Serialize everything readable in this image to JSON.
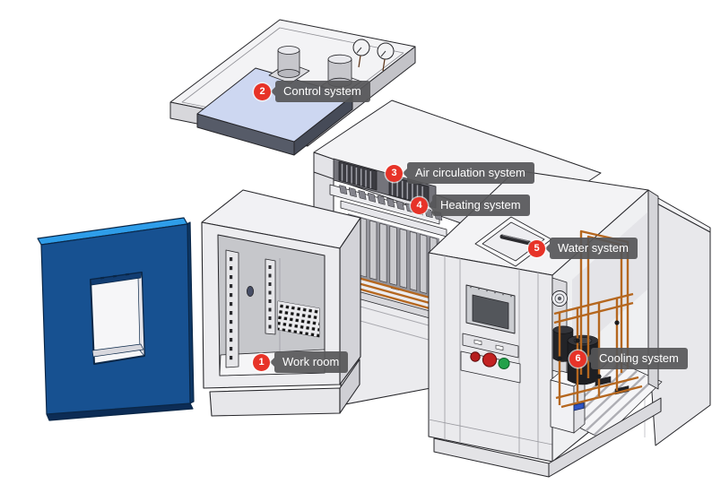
{
  "callouts": [
    {
      "number": "1",
      "label": "Work room"
    },
    {
      "number": "2",
      "label": "Control system"
    },
    {
      "number": "3",
      "label": "Air circulation system"
    },
    {
      "number": "4",
      "label": "Heating system"
    },
    {
      "number": "5",
      "label": "Water system"
    },
    {
      "number": "6",
      "label": "Cooling system"
    }
  ],
  "colors": {
    "background": "#ffffff",
    "callout_bg": "#59595b",
    "callout_text": "#ffffff",
    "badge_red": "#e73328",
    "door_blue": "#175191",
    "door_blue_top_edge": "#2e9de9",
    "control_plate_blue": "#cdd7f1",
    "copper_pipe": "#b5671f",
    "machine_gray_light": "#f3f3f5",
    "machine_gray_mid": "#d8d8dc",
    "compressor_black": "#1e1f23"
  }
}
